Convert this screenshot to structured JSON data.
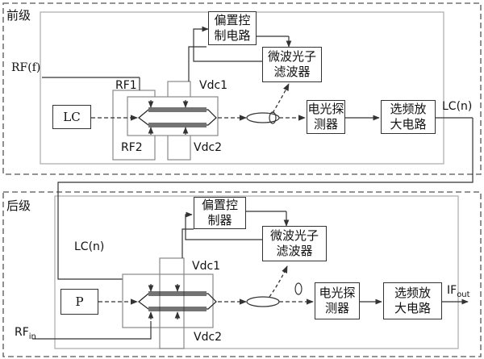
{
  "front_stage": {
    "label": "前级",
    "bias_control": "偏置控\n制电路",
    "filter": "微波光子\n滤波器",
    "detector": "电光探\n测器",
    "amplifier": "选频放\n大电路",
    "source": "LC",
    "rf_input": "RF(f)",
    "rf1": "RF1",
    "rf2": "RF2",
    "vdc1": "Vdc1",
    "vdc2": "Vdc2",
    "output": "LC(n)"
  },
  "back_stage": {
    "label": "后级",
    "bias_control": "偏置控\n制器",
    "filter": "微波光子\n滤波器",
    "detector": "电光探\n测器",
    "amplifier": "选频放\n大电路",
    "source": "P",
    "lc_input": "LC(n)",
    "vdc1": "Vdc1",
    "vdc2": "Vdc2",
    "rf_in_main": "RF",
    "rf_in_sub": "in",
    "if_out_main": "IF",
    "if_out_sub": "out"
  }
}
